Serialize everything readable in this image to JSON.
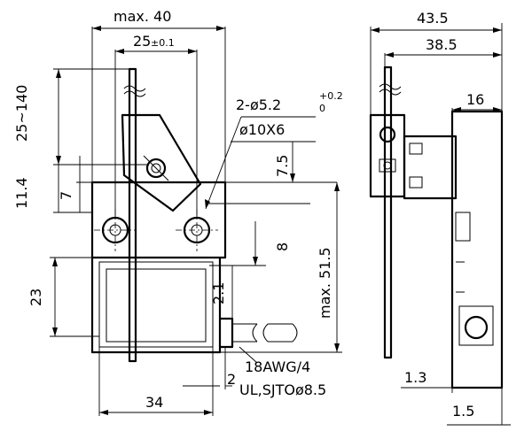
{
  "dimensions": {
    "width_max": "max. 40",
    "pitch": "25",
    "pitch_tol": "±0.1",
    "lever_range": "25~140",
    "dim_11_4": "11.4",
    "dim_7": "7",
    "hole_spec_prefix": "2-ø5.2",
    "hole_tol_upper": "+0.2",
    "hole_tol_lower": "0",
    "boss_spec": "ø10X6",
    "dim_7_5": "7.5",
    "dim_8": "8",
    "height_max": "max. 51.5",
    "dim_23": "23",
    "dim_2_1": "2.1",
    "dim_34": "34",
    "dim_2": "2",
    "depth_total": "43.5",
    "depth_body": "38.5",
    "dim_16": "16",
    "dim_1_3": "1.3",
    "dim_1_5": "1.5"
  },
  "cable": {
    "gauge": "18AWG/4",
    "spec": "UL,SJTOø8.5"
  }
}
